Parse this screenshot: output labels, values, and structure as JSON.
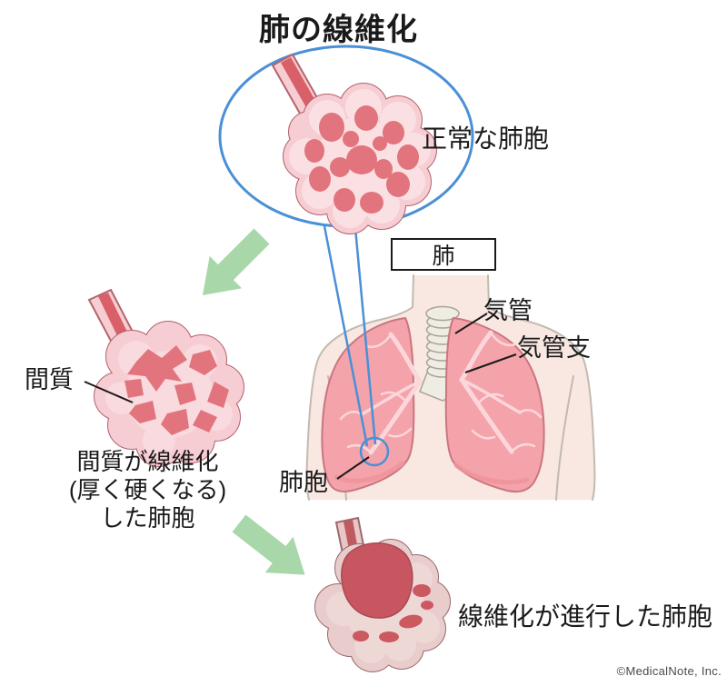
{
  "title": "肺の線維化",
  "diagram": {
    "normal_alveoli_label": "正常な肺胞",
    "lung_box_label": "肺",
    "trachea_label": "気管",
    "bronchus_label": "気管支",
    "alveoli_label": "肺胞",
    "interstitium_label": "間質",
    "fibrotic_caption": {
      "line1": "間質が線維化",
      "line2": "(厚く硬くなる)",
      "line3": "した肺胞"
    },
    "advanced_label": "線維化が進行した肺胞"
  },
  "footer": {
    "copyright": "©MedicalNote, Inc."
  },
  "colors": {
    "highlight_blue": "#4a90d6",
    "arrow_green": "#a8d7aa",
    "alveolus_wall_pink": "#f6cdd3",
    "alveolus_wall_outline": "#b4646c",
    "alveolus_sac_red": "#e2747d",
    "bronchiole_red": "#d95f68",
    "fibrotic_wall_pink": "#e9cccc",
    "fibrotic_wall_outline": "#9c6b6b",
    "fibrosis_dark_red": "#c85660",
    "lung_pink": "#f4a3aa",
    "lung_outline": "#c9767f",
    "airway_light_pink": "#fbd6da",
    "skin": "#f9e7e2",
    "skin_outline": "#c2baae",
    "trachea_gray": "#efece4",
    "trachea_outline": "#a9a396",
    "pointer_black": "#1a1a1a"
  }
}
